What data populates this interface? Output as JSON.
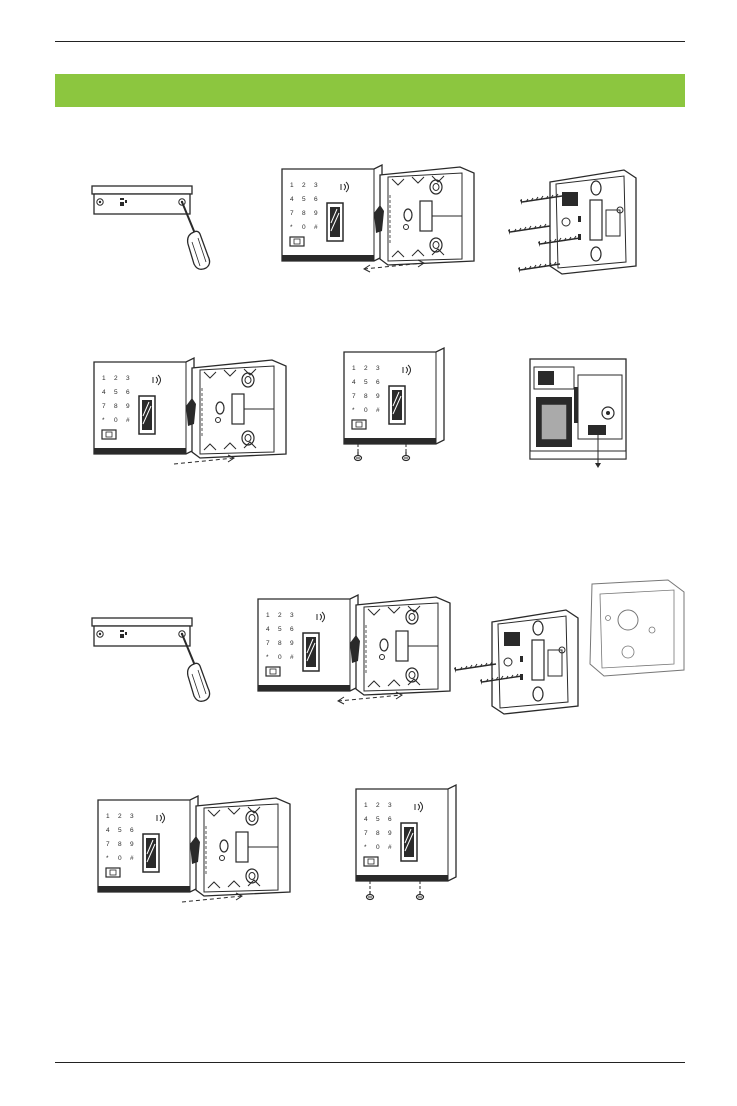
{
  "colors": {
    "header_bar": "#8cc63f",
    "rule": "#222222",
    "line_art": "#2a2a2a"
  },
  "keypad": {
    "row1": [
      "1",
      "2",
      "3"
    ],
    "row2": [
      "4",
      "5",
      "6"
    ],
    "row3": [
      "7",
      "8",
      "9"
    ],
    "row4": [
      "*",
      "0",
      "#"
    ]
  },
  "icons": {
    "rfid": "rfid-symbol-icon",
    "lock": "lock-icon",
    "screw": "screw-icon",
    "screwdriver": "screwdriver-icon"
  }
}
